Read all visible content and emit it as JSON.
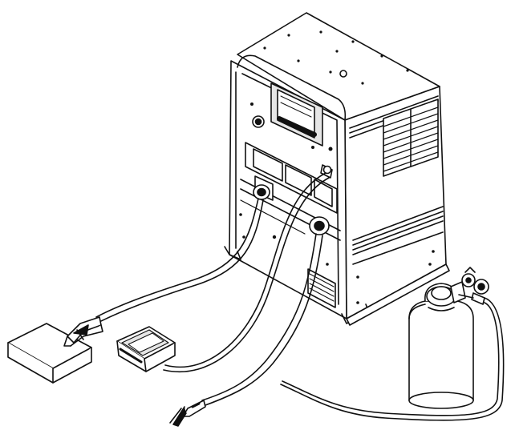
{
  "figure": {
    "components": [
      "welding-machine",
      "control-display",
      "work-clamp",
      "workpiece",
      "foot-pedal",
      "electrode-holder",
      "gas-cylinder",
      "cylinder-regulator"
    ],
    "colors": {
      "stroke": "#111111",
      "fill": "#ffffff",
      "panel": "#e6e6e6",
      "dark": "#1a1a1a"
    }
  }
}
